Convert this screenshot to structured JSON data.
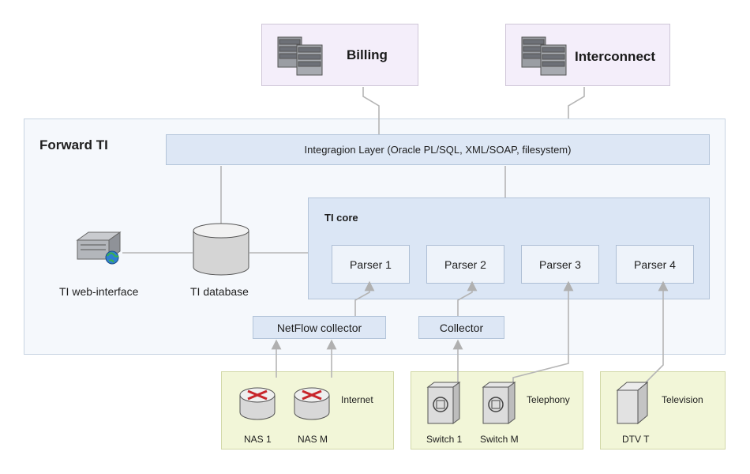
{
  "external": {
    "billing": "Billing",
    "interconnect": "Interconnect"
  },
  "forward": {
    "title": "Forward TI",
    "integration_layer": "Integragion Layer (Oracle PL/SQL, XML/SOAP, filesystem)",
    "core_title": "TI core",
    "parsers": [
      "Parser 1",
      "Parser 2",
      "Parser 3",
      "Parser 4"
    ],
    "web_interface": "TI web-interface",
    "database": "TI database",
    "netflow_collector": "NetFlow collector",
    "collector": "Collector"
  },
  "networks": {
    "internet": {
      "title": "Internet",
      "devices": [
        "NAS 1",
        "NAS M"
      ]
    },
    "telephony": {
      "title": "Telephony",
      "devices": [
        "Switch 1",
        "Switch M"
      ]
    },
    "television": {
      "title": "Television",
      "devices": [
        "DTV T"
      ]
    }
  },
  "colors": {
    "external_fill": "#f4eefa",
    "forward_fill": "#f5f8fc",
    "layer_fill": "#dde7f5",
    "network_fill": "#f2f6d8",
    "router_red": "#c8252b",
    "connector": "#b5b5b5"
  },
  "icons": [
    "server-rack-icon",
    "web-server-icon",
    "database-icon",
    "router-icon",
    "switch-icon",
    "tv-icon"
  ]
}
